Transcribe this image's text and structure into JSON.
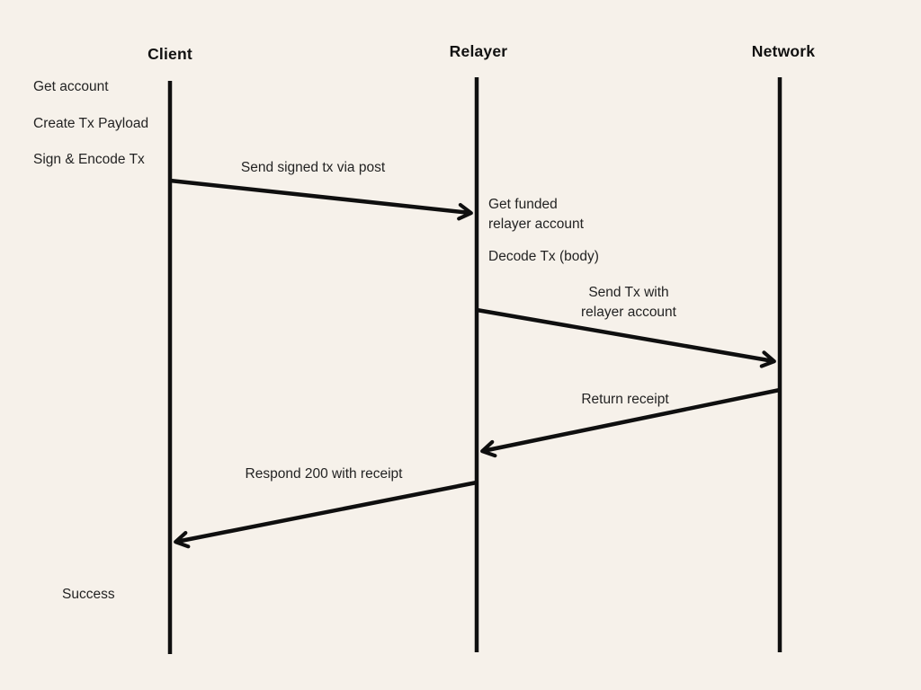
{
  "canvas": {
    "background_color": "#f6f1ea",
    "line_color": "#0f0f0f"
  },
  "actors": {
    "client": "Client",
    "relayer": "Relayer",
    "network": "Network"
  },
  "client_notes": {
    "get_account": "Get account",
    "create_tx_payload": "Create Tx Payload",
    "sign_encode_tx": "Sign & Encode Tx",
    "success": "Success"
  },
  "relayer_notes": {
    "get_funded": "Get funded\nrelayer account",
    "decode_tx": "Decode Tx (body)"
  },
  "messages": {
    "send_signed_tx": "Send signed tx via post",
    "send_tx": "Send Tx with\nrelayer account",
    "return_receipt": "Return receipt",
    "respond_200": "Respond 200 with receipt"
  }
}
